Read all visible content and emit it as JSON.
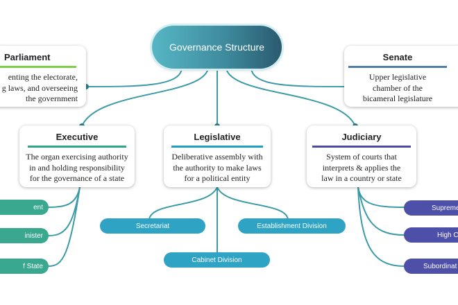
{
  "root": {
    "label": "Governance Structure"
  },
  "nodes": {
    "parliament": {
      "title": "Parliament",
      "lines": [
        "enting the electorate,",
        "g laws, and overseeing",
        "the government"
      ],
      "color": "#7bd14a"
    },
    "senate": {
      "title": "Senate",
      "lines": [
        "Upper legislative",
        "chamber of the",
        "bicameral legislature"
      ],
      "color": "#4f7fa6"
    },
    "executive": {
      "title": "Executive",
      "lines": [
        "The organ exercising authority",
        "in and holding responsibility",
        "for the governance of a state"
      ],
      "color": "#2fa58e"
    },
    "legislative": {
      "title": "Legislative",
      "lines": [
        "Deliberative assembly with",
        "the authority to make laws",
        "for a political entity"
      ],
      "color": "#1f9fc4"
    },
    "judiciary": {
      "title": "Judiciary",
      "lines": [
        "System of courts that",
        "interprets & applies the",
        "law in a country or state"
      ],
      "color": "#4b4ba3"
    }
  },
  "executive_children": [
    "ent",
    "inister",
    "f State"
  ],
  "legislative_children": [
    "Secretariat",
    "Establishment Division",
    "Cabinet Division"
  ],
  "judiciary_children": [
    "Supreme",
    "High C",
    "Subordinat"
  ],
  "colors": {
    "line": "#3a9aa6",
    "root_start": "#56b6c4",
    "root_end": "#2a5a70"
  }
}
